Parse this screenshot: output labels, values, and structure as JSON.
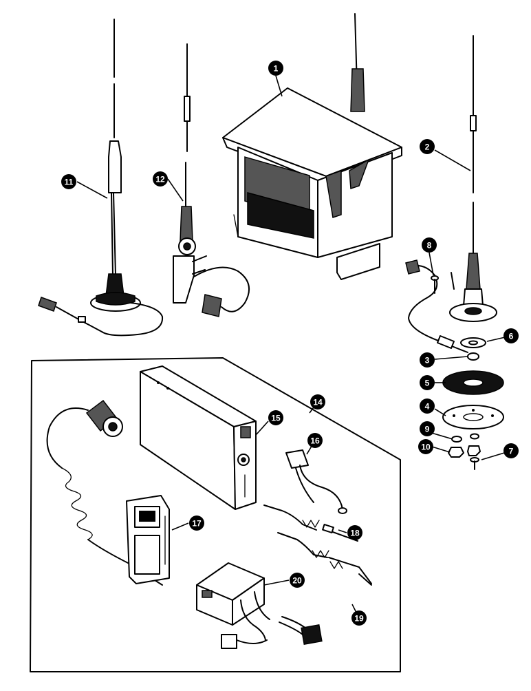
{
  "callouts": [
    {
      "id": "c1",
      "label": "1"
    },
    {
      "id": "c2",
      "label": "2"
    },
    {
      "id": "c3",
      "label": "3"
    },
    {
      "id": "c4",
      "label": "4"
    },
    {
      "id": "c5",
      "label": "5"
    },
    {
      "id": "c6",
      "label": "6"
    },
    {
      "id": "c7",
      "label": "7"
    },
    {
      "id": "c8",
      "label": "8"
    },
    {
      "id": "c9",
      "label": "9"
    },
    {
      "id": "c10",
      "label": "10"
    },
    {
      "id": "c11",
      "label": "11"
    },
    {
      "id": "c12",
      "label": "12"
    },
    {
      "id": "c14",
      "label": "14"
    },
    {
      "id": "c15",
      "label": "15"
    },
    {
      "id": "c16",
      "label": "16"
    },
    {
      "id": "c17",
      "label": "17"
    },
    {
      "id": "c18",
      "label": "18"
    },
    {
      "id": "c19",
      "label": "19"
    },
    {
      "id": "c20",
      "label": "20"
    }
  ]
}
